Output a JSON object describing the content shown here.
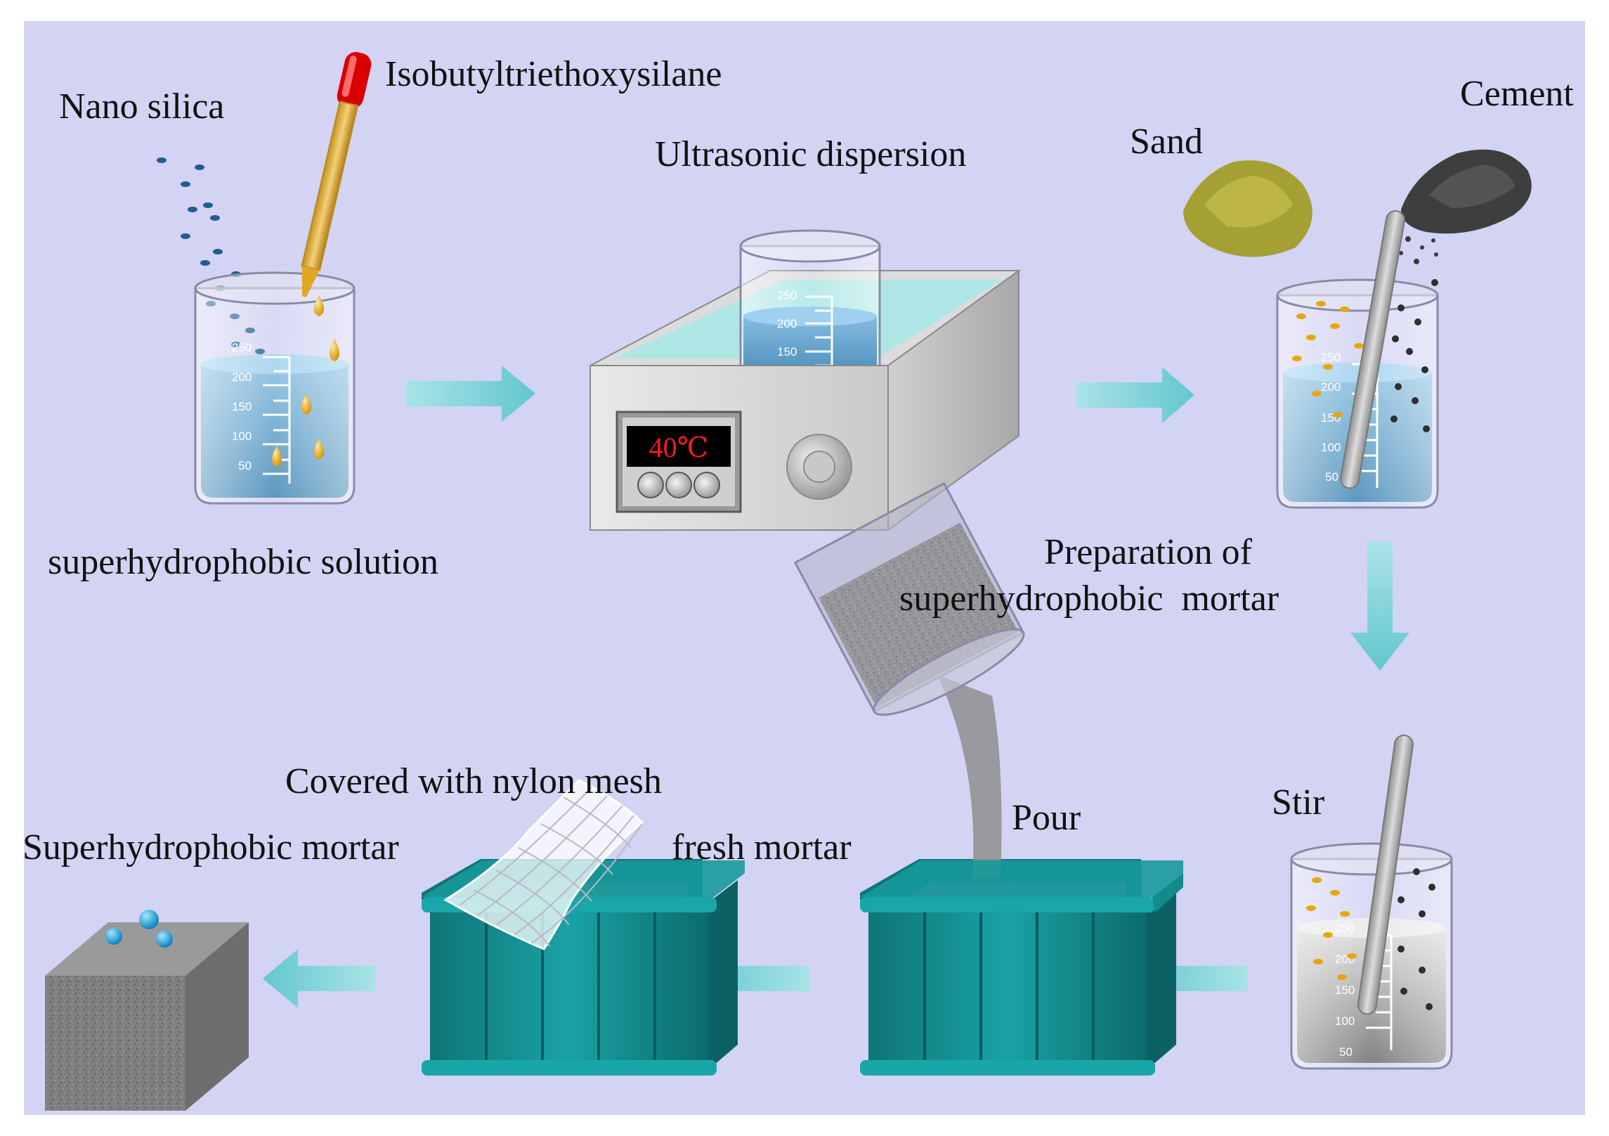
{
  "labels": {
    "nano_silica": "Nano silica",
    "isobutyl": "Isobutyltriethoxysilane",
    "solution": "superhydrophobic solution",
    "ultrasonic": "Ultrasonic dispersion",
    "sand": "Sand",
    "cement": "Cement",
    "prep_line1": "Preparation of",
    "prep_line2": "superhydrophobic  mortar",
    "stir": "Stir",
    "pour": "Pour",
    "fresh": "fresh mortar",
    "covered": "Covered with nylon mesh",
    "final": "Superhydrophobic mortar"
  },
  "display": {
    "temperature": "40℃"
  },
  "beaker_scales": {
    "beaker1": [
      "250",
      "200",
      "150",
      "100",
      "50"
    ],
    "beaker2": [
      "250",
      "200",
      "150"
    ],
    "beaker3": [
      "250",
      "200",
      "150",
      "100",
      "50"
    ],
    "beaker4": [
      "250",
      "200",
      "150",
      "100",
      "50"
    ]
  },
  "colors": {
    "background": "#d3d3f3",
    "arrow": "#7fd3d8",
    "water": "#6aa6cc",
    "mold": "#138a8c",
    "droplet": "#e8a60e",
    "display_text": "#ff1a1a"
  }
}
